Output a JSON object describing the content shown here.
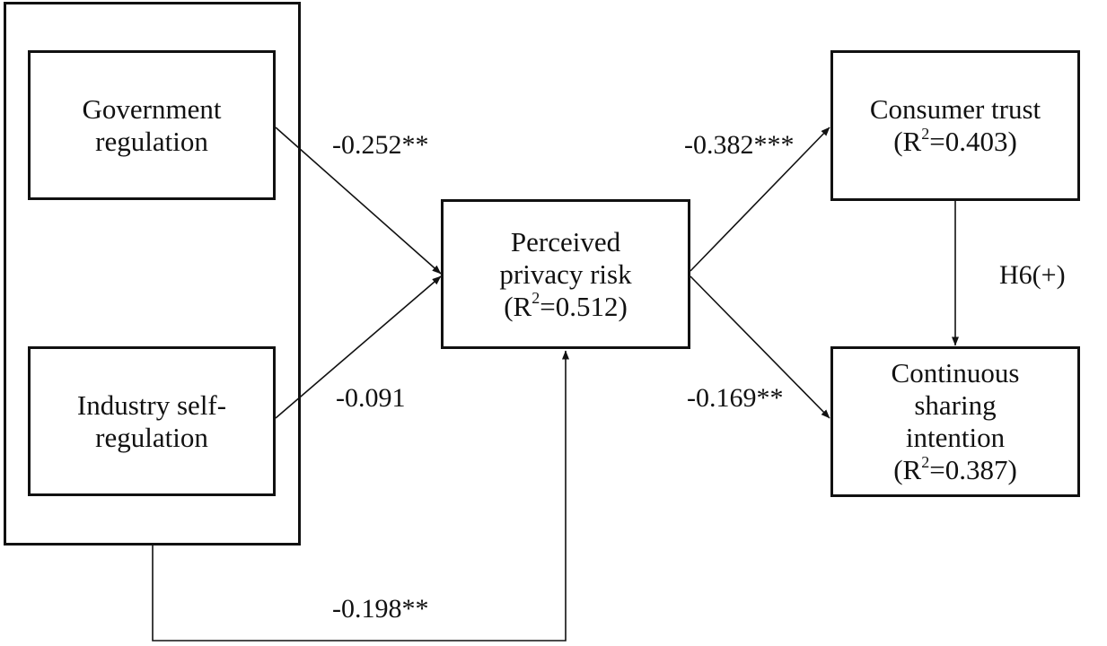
{
  "nodes": {
    "government": {
      "lines": [
        "Government",
        "regulation"
      ]
    },
    "industry": {
      "lines": [
        "Industry self-",
        "regulation"
      ]
    },
    "risk": {
      "lines": [
        "Perceived",
        "privacy risk"
      ],
      "r2_prefix": "(R",
      "r2_sup": "2",
      "r2_suffix": "=0.512)"
    },
    "trust": {
      "lines": [
        "Consumer trust"
      ],
      "r2_prefix": "(R",
      "r2_sup": "2",
      "r2_suffix": "=0.403)"
    },
    "intention": {
      "lines": [
        "Continuous",
        "sharing",
        "intention"
      ],
      "r2_prefix": "(R",
      "r2_sup": "2",
      "r2_suffix": "=0.387)"
    }
  },
  "paths": {
    "gov_to_risk": "-0.252**",
    "ind_to_risk": "-0.091",
    "group_to_risk": "-0.198**",
    "risk_to_trust": "-0.382***",
    "risk_to_intention": "-0.169**",
    "trust_to_intention": "H6(+)"
  },
  "colors": {
    "stroke": "#111111",
    "background": "#ffffff"
  }
}
